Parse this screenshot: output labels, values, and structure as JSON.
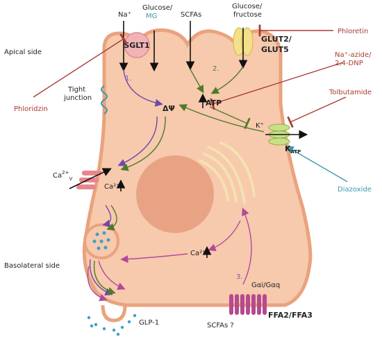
{
  "labels": {
    "na": "Na⁺",
    "glucose": "Glucose/",
    "mg": "MG",
    "scfas_top": "SCFAs",
    "glucose2": "Glucose/",
    "fructose": "fructose",
    "sglt1": "SGLT1",
    "glut2": "GLUT2/",
    "glut5": "GLUT5",
    "apical": "Apical side",
    "basolateral": "Basolateral side",
    "phloretin": "Phloretin",
    "na_azide": "Na⁺-azide/",
    "dnp": "2,4-DNP",
    "tolbutamide": "Tolbutamide",
    "phloridzin": "Phloridzin",
    "diazoxide": "Diazoxide",
    "tight1": "Tight",
    "tight2": "junction",
    "step1": "1.",
    "step2": "2.",
    "step3": "3.",
    "delta_psi": "ΔΨ",
    "atp": "ATP",
    "k": "K⁺",
    "katp": "K",
    "katp_sub": "ATP",
    "cav": "Ca",
    "cav_sup": "2+",
    "cav_sub": "V",
    "ca_upper": "Ca²⁺",
    "ca_lower": "Ca²⁺",
    "gai": "Gαi/Gαq",
    "ffa": "FFA2/FFA3",
    "scfas_bottom": "SCFAs ?",
    "glp1": "GLP-1"
  },
  "colors": {
    "cell": "#f7c9ad",
    "membrane": "#e9a37d",
    "nucleus": "#e8a385",
    "sglt": "#f2b3b7",
    "glut": "#f5e08a",
    "katp": "#c8e08a",
    "cav_channel": "#e8868c",
    "ffa_receptor": "#b64a8e",
    "granule": "#3aa0c8",
    "inhibitor": "#a83a32",
    "diazoxide": "#3a9aa7",
    "purple_arrow": "#6e4aa8",
    "green_arrow": "#4f7a2a",
    "magenta_arrow": "#b04a9a"
  }
}
